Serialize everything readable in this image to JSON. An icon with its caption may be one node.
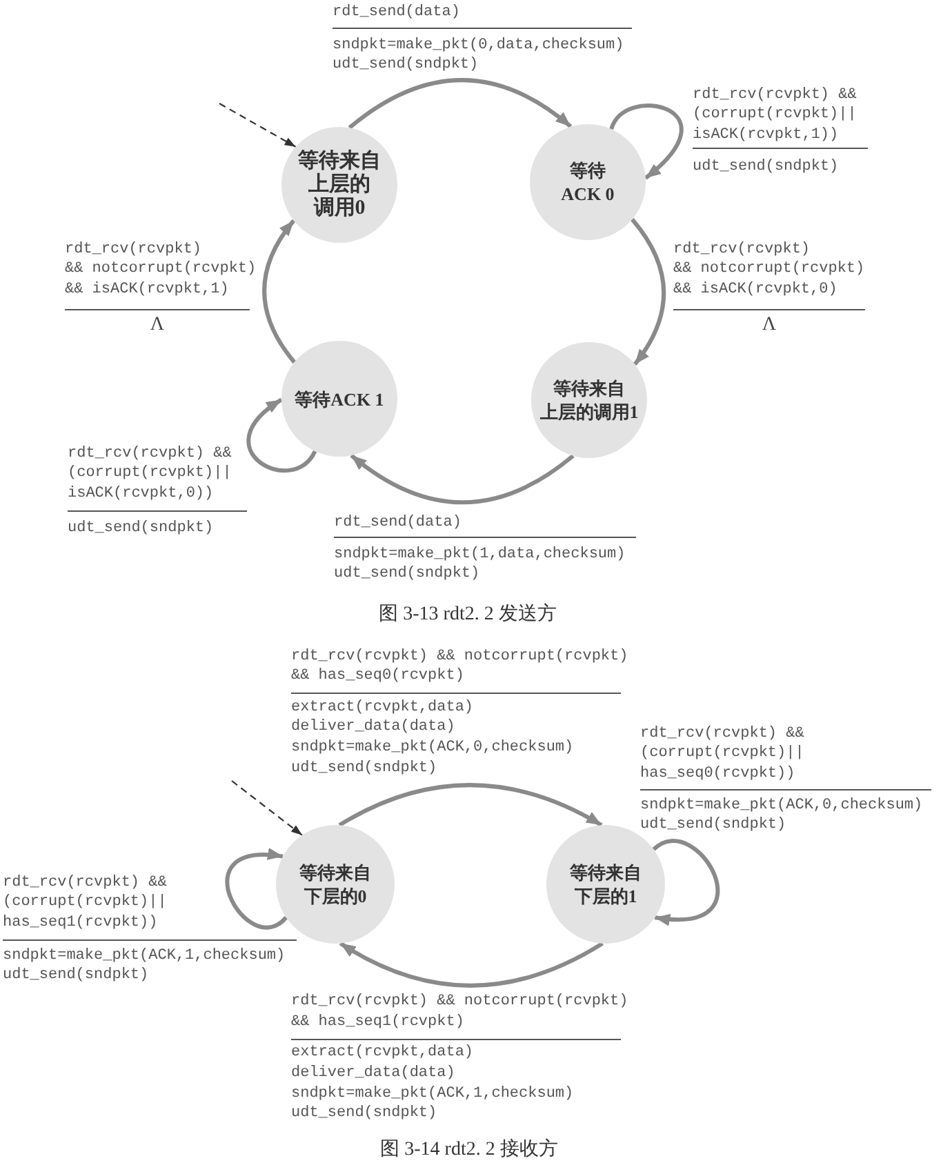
{
  "diagram": {
    "nodes": [
      {
        "text": [
          "等待来自上层的调用0"
        ]
      },
      {
        "text": [
          "等待ACK 0"
        ]
      },
      {
        "text": [
          "等待ACK 1"
        ]
      },
      {
        "text": [
          "等待来自上层的调用1"
        ]
      },
      {
        "text": [
          "等待来自下层的0"
        ]
      },
      {
        "text": [
          "等待来自下层的1"
        ]
      }
    ],
    "edges": [
      {
        "from": 0,
        "to": 1,
        "arrow": "to",
        "label": [
          "rdt_send(data)",
          "sndpkt=make_pkt(0,data,checksum) udt_send(sndpkt)"
        ]
      },
      {
        "from": 1,
        "to": 1,
        "arrow": "to",
        "label": [
          "rdt_rcv(rcvpkt) && (corrupt(rcvpkt)|| isACK(rcvpkt,1))",
          "udt_send(sndpkt)"
        ]
      },
      {
        "from": 1,
        "to": 3,
        "arrow": "to",
        "label": [
          "rdt_rcv(rcvpkt) && notcorrupt(rcvpkt) && isACK(rcvpkt,0)",
          "Λ"
        ]
      },
      {
        "from": 3,
        "to": 2,
        "arrow": "to",
        "label": [
          "rdt_send(data)",
          "sndpkt=make_pkt(1,data,checksum) udt_send(sndpkt)"
        ]
      },
      {
        "from": 2,
        "to": 2,
        "arrow": "to",
        "label": [
          "rdt_rcv(rcvpkt) && (corrupt(rcvpkt)|| isACK(rcvpkt,0))",
          "udt_send(sndpkt)"
        ]
      },
      {
        "from": 2,
        "to": 0,
        "arrow": "to",
        "label": [
          "rdt_rcv(rcvpkt) && notcorrupt(rcvpkt) && isACK(rcvpkt,1)",
          "Λ"
        ]
      },
      {
        "from": null,
        "to": 0,
        "arrow": "to",
        "style": "dashed",
        "color": "#333333"
      },
      {
        "from": 4,
        "to": 5,
        "arrow": "to",
        "label": [
          "rdt_rcv(rcvpkt) && notcorrupt(rcvpkt) && has_seq0(rcvpkt)",
          "extract(rcvpkt,data) deliver_data(data) sndpkt=make_pkt(ACK,0,checksum) udt_send(sndpkt)"
        ]
      },
      {
        "from": 5,
        "to": 5,
        "arrow": "to",
        "label": [
          "rdt_rcv(rcvpkt) && (corrupt(rcvpkt)|| has_seq0(rcvpkt))",
          "sndpkt=make_pkt(ACK,0,checksum) udt_send(sndpkt)"
        ]
      },
      {
        "from": 5,
        "to": 4,
        "arrow": "to",
        "label": [
          "rdt_rcv(rcvpkt) && notcorrupt(rcvpkt) && has_seq1(rcvpkt)",
          "extract(rcvpkt,data) deliver_data(data) sndpkt=make_pkt(ACK,1,checksum) udt_send(sndpkt)"
        ]
      },
      {
        "from": 4,
        "to": 4,
        "arrow": "to",
        "label": [
          "rdt_rcv(rcvpkt) && (corrupt(rcvpkt)|| has_seq1(rcvpkt))",
          "sndpkt=make_pkt(ACK,1,checksum) udt_send(sndpkt)"
        ]
      },
      {
        "from": null,
        "to": 4,
        "arrow": "to",
        "style": "dashed",
        "color": "#333333"
      }
    ],
    "labels": [
      "图 3-13 rdt2. 2 发送方",
      "图 3-14 rdt2. 2 接收方"
    ]
  }
}
